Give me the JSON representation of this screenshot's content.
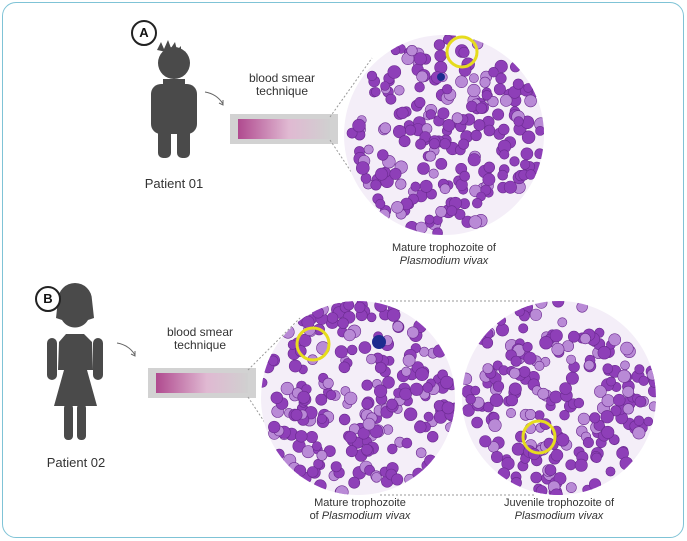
{
  "panel_a": {
    "badge": "A",
    "technique_line1": "blood smear",
    "technique_line2": "technique",
    "patient_label": "Patient 01",
    "caption_line1": "Mature trophozoite of",
    "caption_line2": "Plasmodium vivax"
  },
  "panel_b": {
    "badge": "B",
    "technique_line1": "blood smear",
    "technique_line2": "technique",
    "patient_label": "Patient 02",
    "caption_left_line1": "Mature trophozoite",
    "caption_left_prefix": "of ",
    "caption_left_species": "Plasmodium vivax",
    "caption_right_line1": "Juvenile trophozoite of",
    "caption_right_line2": "Plasmodium vivax"
  },
  "colors": {
    "frame": "#7fc3d6",
    "figure": "#4a4a4a",
    "cell": "#8e3fb8",
    "cell_light": "#b98ad6",
    "highlight": "#e6dc1e",
    "slide_gray": "#cfcfcf",
    "smear_pink": "#b04a8f"
  }
}
